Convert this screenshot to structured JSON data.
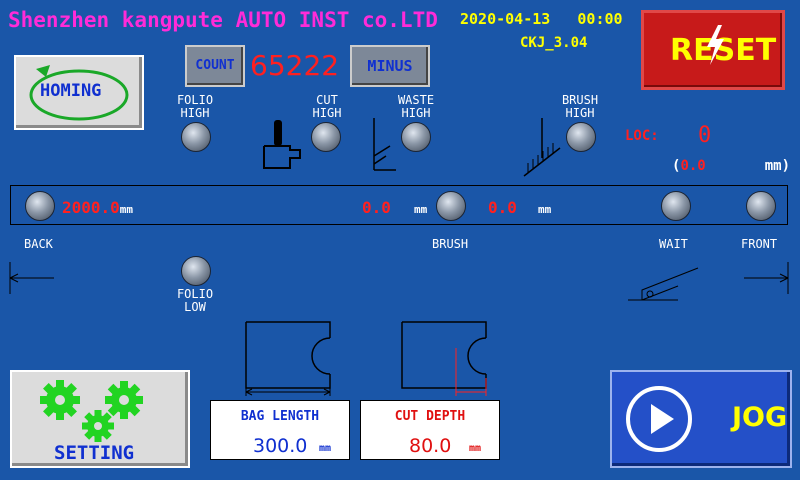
{
  "header": {
    "company": "Shenzhen kangpute AUTO INST co.LTD",
    "date": "2020-04-13",
    "time": "00:00",
    "version": "CKJ_3.04"
  },
  "buttons": {
    "reset": "RESET",
    "homing": "HOMING",
    "count": "COUNT",
    "minus": "MINUS",
    "setting": "SETTING",
    "jog": "JOG"
  },
  "counter": {
    "value": "65222"
  },
  "indicators": {
    "folio_high": [
      "FOLIO",
      "HIGH"
    ],
    "cut_high": [
      "CUT",
      "HIGH"
    ],
    "waste_high": [
      "WASTE",
      "HIGH"
    ],
    "brush_high": [
      "BRUSH",
      "HIGH"
    ],
    "folio_low": [
      "FOLIO",
      "LOW"
    ]
  },
  "location": {
    "label": "LOC:",
    "value": "0",
    "paren_open": "(",
    "sub_value": "0.0",
    "paren_unit": "mm)"
  },
  "track": {
    "left_value": "2000.0",
    "left_unit": "mm",
    "mid_value": "0.0",
    "mid_unit": "mm",
    "right_value": "0.0",
    "right_unit": "mm"
  },
  "positions": {
    "back": "BACK",
    "brush": "BRUSH",
    "wait": "WAIT",
    "front": "FRONT"
  },
  "bag_length": {
    "label": "BAG LENGTH",
    "value": "300.0",
    "unit": "mm"
  },
  "cut_depth": {
    "label": "CUT DEPTH",
    "value": "80.0",
    "unit": "mm"
  },
  "colors": {
    "background": "#1a56a8",
    "accent_red": "#ff2020",
    "title_magenta": "#ff2bd8",
    "highlight_yellow": "#ffff00"
  }
}
